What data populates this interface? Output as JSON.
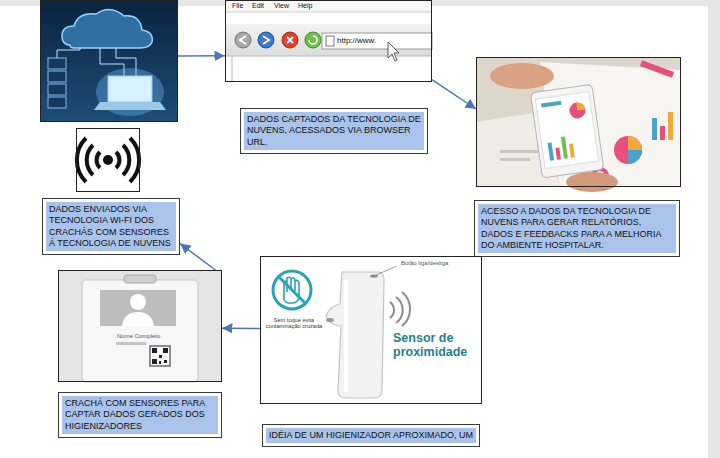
{
  "diagram": {
    "nodes": [
      {
        "text": []
      },
      {
        "text": [
          "File",
          "Edit",
          "View",
          "Help",
          "http://www."
        ]
      },
      {
        "text": [
          "DADOS CAPTADOS DA TECNOLOGIA DE NUVENS, ACESSADOS VIA BROWSER URL."
        ]
      },
      {
        "text": []
      },
      {
        "text": []
      },
      {
        "text": [
          "DADOS ENVIADOS VIA TECNOLOGIA WI-FI DOS CRACHÁS COM SENSORES Á TECNOLOGIA DE NUVENS"
        ]
      },
      {
        "text": [
          "ACESSO A DADOS DA TECNOLOGIA DE NUVENS PARA GERAR RELATÓRIOS, DADOS E FEEDBACKS PARA A MELHORIA DO AMBIENTE HOSPITALAR."
        ]
      },
      {
        "text": [
          "Nome Completo"
        ]
      },
      {
        "text": [
          "Botão liga/desliga",
          "Sem toque evita contaminação cruzada",
          "Sensor de proximidade"
        ]
      },
      {
        "text": [
          "CRACHÁ COM SENSORES PARA CAPTAR DADOS GERADOS DOS HIGIENIZADORES"
        ]
      },
      {
        "text": [
          "IDÉIA DE UM HIGIENIZADOR APROXIMADO, UM"
        ]
      }
    ],
    "edges": [
      {
        "from": 0,
        "to": 1,
        "arrow": "to"
      },
      {
        "from": 1,
        "to": 3,
        "arrow": "to"
      },
      {
        "from": 8,
        "to": 7,
        "arrow": "to"
      },
      {
        "from": 7,
        "to": 5,
        "arrow": "to"
      }
    ]
  }
}
